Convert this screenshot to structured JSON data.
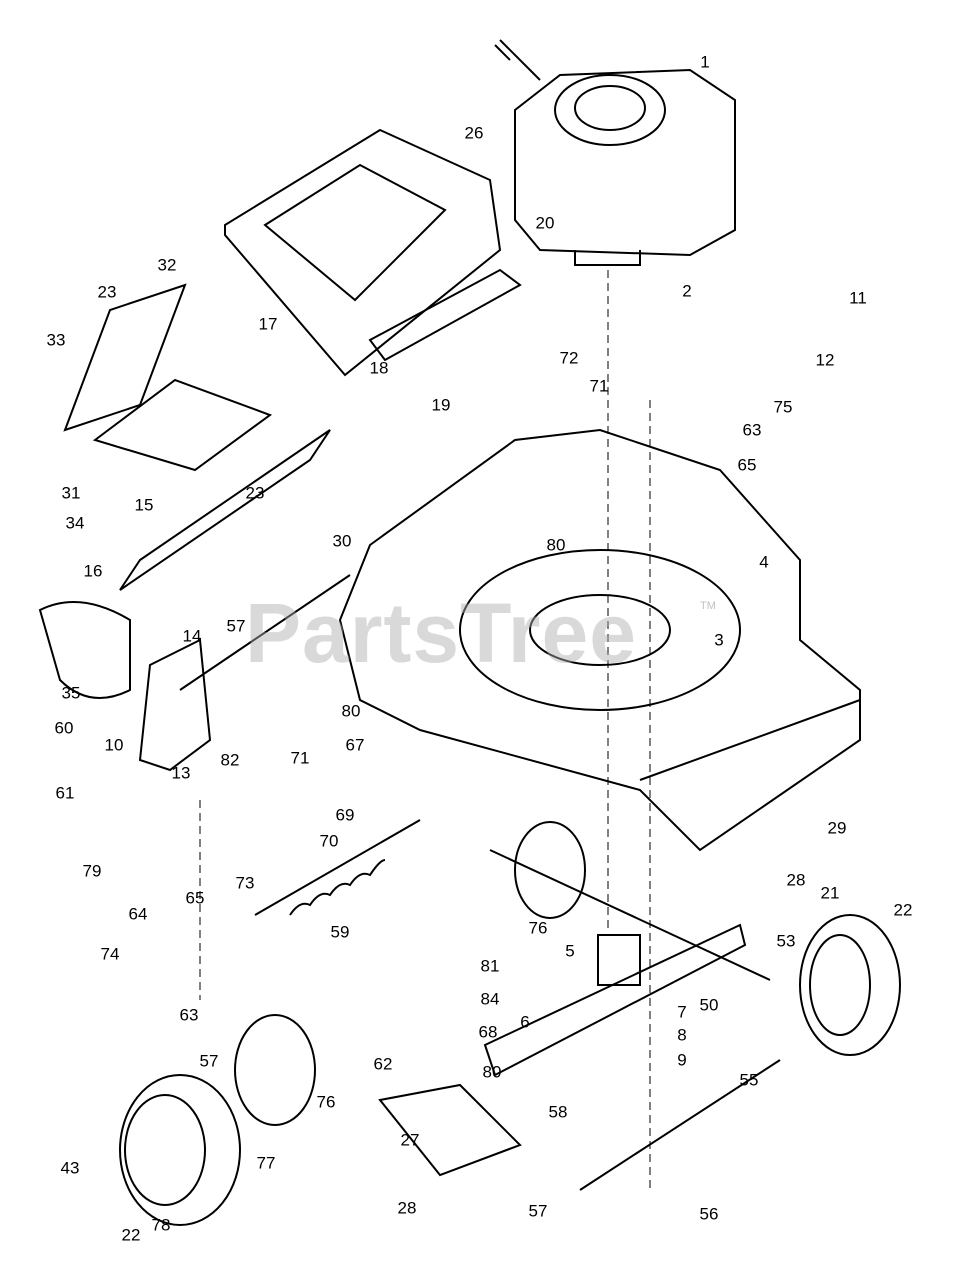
{
  "watermark": {
    "text": "PartsTree",
    "tm": "TM",
    "color": "#aaaaaa"
  },
  "line_color": "#000000",
  "callouts": [
    "1",
    "26",
    "2",
    "20",
    "11",
    "12",
    "17",
    "18",
    "19",
    "32",
    "23",
    "33",
    "72",
    "71",
    "75",
    "63",
    "65",
    "31",
    "23",
    "34",
    "15",
    "80",
    "4",
    "30",
    "16",
    "3",
    "57",
    "14",
    "35",
    "80",
    "10",
    "13",
    "82",
    "71",
    "67",
    "60",
    "61",
    "69",
    "70",
    "29",
    "79",
    "73",
    "65",
    "28",
    "21",
    "22",
    "64",
    "59",
    "76",
    "81",
    "5",
    "53",
    "74",
    "84",
    "68",
    "6",
    "50",
    "7",
    "63",
    "62",
    "80",
    "8",
    "9",
    "57",
    "76",
    "55",
    "58",
    "43",
    "77",
    "27",
    "22",
    "78",
    "28",
    "57",
    "56"
  ]
}
